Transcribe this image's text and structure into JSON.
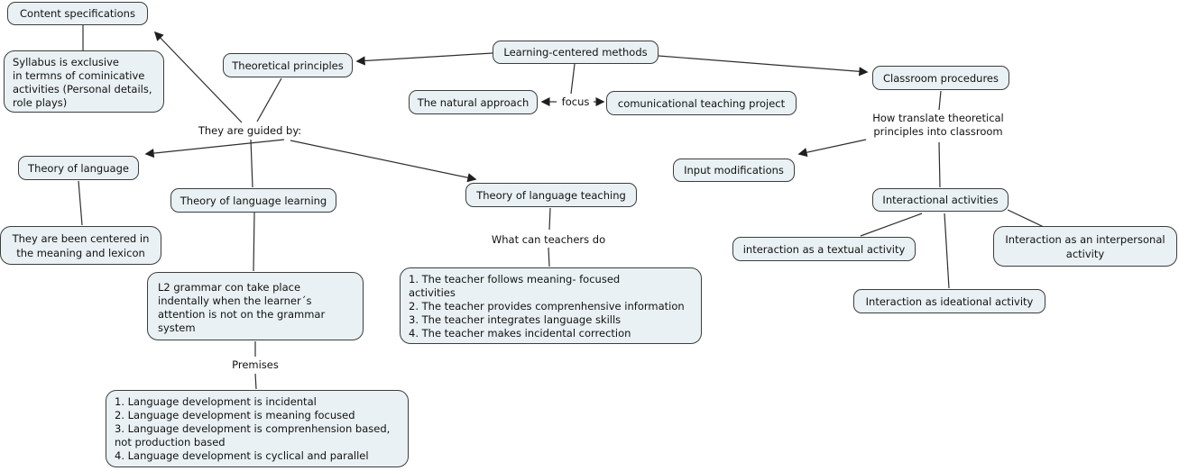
{
  "colors": {
    "background": "#ffffff",
    "node_fill": "#eaf1f4",
    "node_border": "#3d3d3d",
    "line": "#2e2e2e",
    "text": "#111111"
  },
  "nodes": {
    "learning_centered_methods": {
      "label": "Learning-centered methods"
    },
    "theoretical_principles": {
      "label": "Theoretical principles"
    },
    "content_specifications": {
      "label": "Content specifications"
    },
    "syllabus_note": {
      "label": "Syllabus is exclusive\nin termns of cominicative\nactivities (Personal details,\nrole plays)"
    },
    "natural_approach": {
      "label": "The natural approach"
    },
    "comunicational_project": {
      "label": "comunicational teaching project"
    },
    "classroom_procedures": {
      "label": "Classroom procedures"
    },
    "theory_of_language": {
      "label": "Theory of language"
    },
    "meaning_lexicon_note": {
      "label": "They are been centered in\nthe meaning and lexicon"
    },
    "theory_of_language_learning": {
      "label": "Theory of language learning"
    },
    "theory_of_language_teaching": {
      "label": "Theory of language teaching"
    },
    "l2_grammar_note": {
      "label": "L2 grammar con take place\nindentally when the learner´s\nattention is not on the grammar\nsystem"
    },
    "teachers_list": {
      "label": "1. The teacher follows meaning- focused\nactivities\n2. The teacher provides comprenhensive information\n3. The teacher integrates language skills\n4. The teacher makes incidental correction"
    },
    "input_modifications": {
      "label": "Input modifications"
    },
    "interactional_activities": {
      "label": "Interactional activities"
    },
    "textual_activity": {
      "label": "interaction as a textual activity"
    },
    "interpersonal_activity": {
      "label": "Interaction as an interpersonal\nactivity"
    },
    "ideational_activity": {
      "label": "Interaction as ideational activity"
    },
    "premises_list": {
      "label": "1. Language development is incidental\n2. Language development is meaning focused\n3. Language development is comprenhension based,\nnot production based\n4. Language development is cyclical and parallel"
    }
  },
  "linking_phrases": {
    "guided_by": "They are guided by:",
    "focus": "focus",
    "how_translate": "How translate theoretical\nprinciples into classroom",
    "what_can_teachers_do": "What can teachers do",
    "premises": "Premises"
  },
  "edges": [
    {
      "from": "content_specifications",
      "to": "syllabus_note",
      "arrow": false
    },
    {
      "from": "guided_by",
      "to": "content_specifications",
      "arrow": true
    },
    {
      "from": "theoretical_principles",
      "to": "guided_by",
      "arrow": false
    },
    {
      "from": "learning_centered_methods",
      "to": "theoretical_principles",
      "arrow": true
    },
    {
      "from": "learning_centered_methods",
      "to": "classroom_procedures",
      "arrow": true
    },
    {
      "from": "learning_centered_methods",
      "to": "focus",
      "arrow": false
    },
    {
      "from": "focus",
      "to": "natural_approach",
      "arrow": true
    },
    {
      "from": "focus",
      "to": "comunicational_project",
      "arrow": true
    },
    {
      "from": "guided_by",
      "to": "theory_of_language",
      "arrow": true
    },
    {
      "from": "guided_by",
      "to": "theory_of_language_learning",
      "arrow": false
    },
    {
      "from": "guided_by",
      "to": "theory_of_language_teaching",
      "arrow": true
    },
    {
      "from": "theory_of_language",
      "to": "meaning_lexicon_note",
      "arrow": false
    },
    {
      "from": "theory_of_language_learning",
      "to": "l2_grammar_note",
      "arrow": false
    },
    {
      "from": "l2_grammar_note",
      "to": "premises",
      "arrow": false
    },
    {
      "from": "premises",
      "to": "premises_list",
      "arrow": false
    },
    {
      "from": "theory_of_language_teaching",
      "to": "what_can_teachers_do",
      "arrow": false
    },
    {
      "from": "what_can_teachers_do",
      "to": "teachers_list",
      "arrow": false
    },
    {
      "from": "classroom_procedures",
      "to": "how_translate",
      "arrow": false
    },
    {
      "from": "how_translate",
      "to": "input_modifications",
      "arrow": true
    },
    {
      "from": "how_translate",
      "to": "interactional_activities",
      "arrow": false
    },
    {
      "from": "interactional_activities",
      "to": "textual_activity",
      "arrow": false
    },
    {
      "from": "interactional_activities",
      "to": "ideational_activity",
      "arrow": false
    },
    {
      "from": "interactional_activities",
      "to": "interpersonal_activity",
      "arrow": false
    }
  ]
}
